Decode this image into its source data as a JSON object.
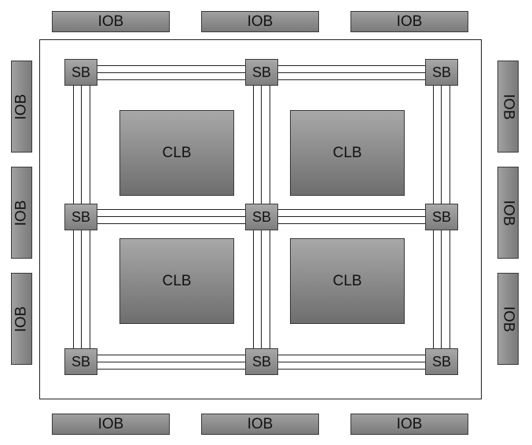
{
  "iob_label": "IOB",
  "sb_label": "SB",
  "clb_label": "CLB"
}
